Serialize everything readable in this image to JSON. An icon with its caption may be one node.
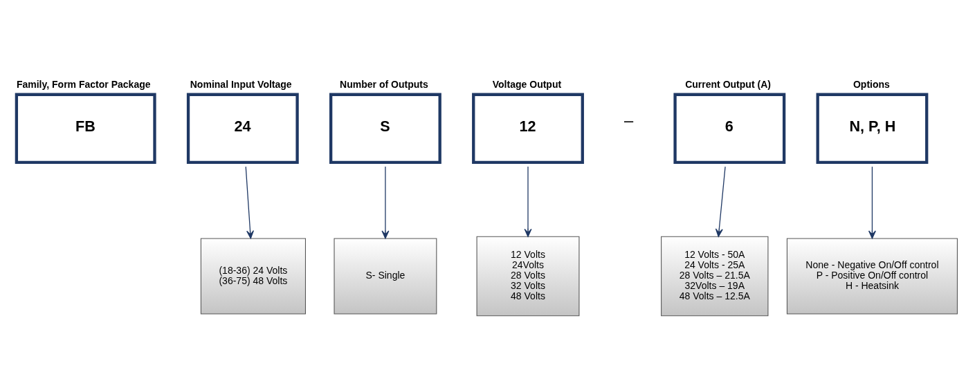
{
  "diagram": {
    "nodes": [
      {
        "text": [
          "Family, Form Factor Package",
          "FB"
        ]
      },
      {
        "text": [
          "Nominal Input Voltage",
          "24"
        ]
      },
      {
        "text": [
          "Number of Outputs",
          "S"
        ]
      },
      {
        "text": [
          "Voltage Output",
          "12"
        ]
      },
      {
        "text": [
          "Current Output (A)",
          "6"
        ]
      },
      {
        "text": [
          "Options",
          "N, P, H"
        ]
      },
      {
        "text": [
          "(18-36) 24 Volts",
          "(36-75) 48 Volts"
        ]
      },
      {
        "text": [
          "S- Single"
        ]
      },
      {
        "text": [
          "12 Volts",
          "24Volts",
          "28 Volts",
          "32 Volts",
          "48 Volts"
        ]
      },
      {
        "text": [
          "12 Volts - 50A",
          "24 Volts - 25A",
          "28 Volts – 21.5A",
          "32Volts – 19A",
          "48 Volts – 12.5A"
        ]
      },
      {
        "text": [
          "None - Negative On/Off control",
          "P - Positive On/Off control",
          "H - Heatsink"
        ]
      }
    ],
    "edges": [
      {
        "from": 1,
        "to": 6,
        "arrow": "to"
      },
      {
        "from": 2,
        "to": 7,
        "arrow": "to"
      },
      {
        "from": 3,
        "to": 8,
        "arrow": "to"
      },
      {
        "from": 4,
        "to": 9,
        "arrow": "to"
      },
      {
        "from": 5,
        "to": 10,
        "arrow": "to"
      }
    ],
    "labels": [
      "–"
    ]
  }
}
